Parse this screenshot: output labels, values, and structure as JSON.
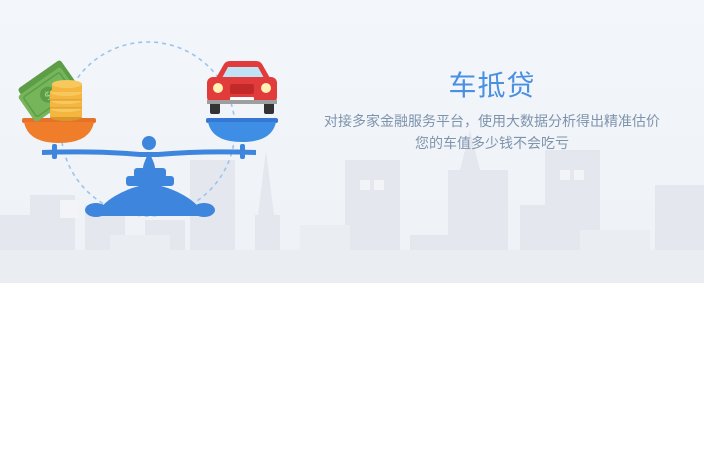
{
  "hero": {
    "title": "车抵贷",
    "subtitle_line1": "对接多家金融服务平台，使用大数据分析得出精准估价",
    "subtitle_line2": "您的车值多少钱不会吃亏"
  },
  "illustration": {
    "left_pan": "money-icon",
    "right_pan": "car-icon",
    "scale": "balance-scale-icon"
  },
  "colors": {
    "accent_blue": "#4a90e2",
    "pan_orange": "#f07d2a",
    "pan_blue": "#3e8ee6",
    "car_red": "#e23b3b",
    "money_green": "#77b55a",
    "coin_gold": "#f4b63f"
  }
}
